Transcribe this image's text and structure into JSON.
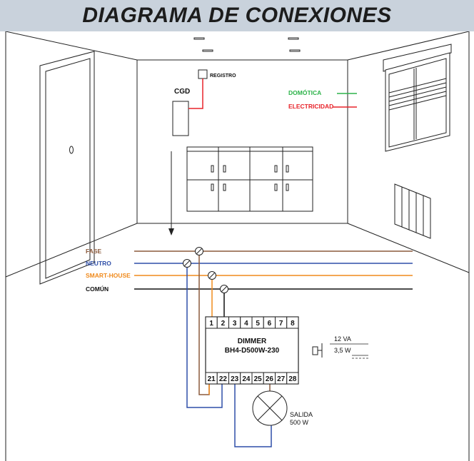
{
  "title": "DIAGRAMA DE CONEXIONES",
  "room_labels": {
    "registro": "REGISTRO",
    "cgd": "CGD"
  },
  "legend": {
    "domotica": "DOMÓTICA",
    "electricidad": "ELECTRICIDAD",
    "domotica_color": "#2db34a",
    "electricidad_color": "#e8232a"
  },
  "lines": {
    "fase": "FASE",
    "neutro": "NEUTRO",
    "smart_house": "SMART-HOUSE",
    "comun": "COMÚN",
    "fase_color": "#8b5a3c",
    "neutro_color": "#2f4fa8",
    "smart_color": "#f08a1c",
    "comun_color": "#111111"
  },
  "module": {
    "name": "DIMMER",
    "model": "BH4-D500W-230",
    "top_pins": [
      "1",
      "2",
      "3",
      "4",
      "5",
      "6",
      "7",
      "8"
    ],
    "bottom_pins": [
      "21",
      "22",
      "23",
      "24",
      "25",
      "26",
      "27",
      "28"
    ]
  },
  "power": {
    "va": "12 VA",
    "w": "3,5  W"
  },
  "load": {
    "label": "SALIDA",
    "power": "500 W"
  }
}
